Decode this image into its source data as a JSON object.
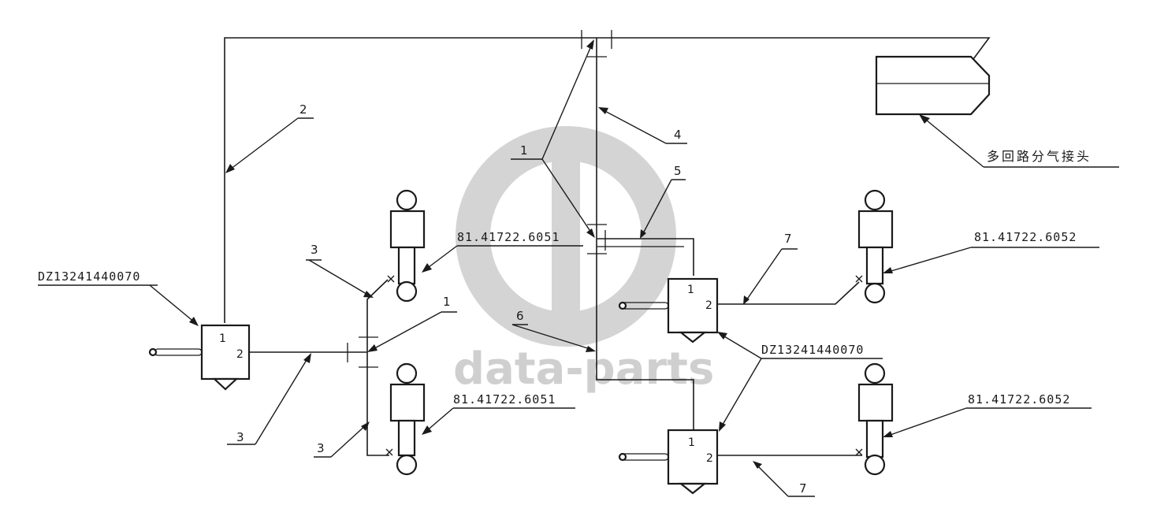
{
  "watermark": {
    "text": "data-parts",
    "color": "#cfcfcf"
  },
  "valves": {
    "left": {
      "part_no": "DZ13241440070",
      "port_in": "1",
      "port_out": "2"
    },
    "right_top": {
      "port_in": "1",
      "port_out": "2"
    },
    "right_bottom": {
      "port_in": "1",
      "port_out": "2"
    },
    "right_shared_part_no": "DZ13241440070"
  },
  "chambers": {
    "left_top": "81.41722.6051",
    "left_bottom": "81.41722.6051",
    "right_top": "81.41722.6052",
    "right_bottom": "81.41722.6052"
  },
  "connector": {
    "label": "多回路分气接头"
  },
  "pipes": {
    "p2": "2",
    "p4": "4",
    "p5": "5",
    "p6": "6",
    "p7_top": "7",
    "p7_bottom": "7",
    "p1_top": "1",
    "p1_mid": "1",
    "p3_upper": "3",
    "p3_lower": "3",
    "p3_bottom": "3"
  },
  "colors": {
    "line": "#1a1a1a",
    "background": "#ffffff"
  }
}
